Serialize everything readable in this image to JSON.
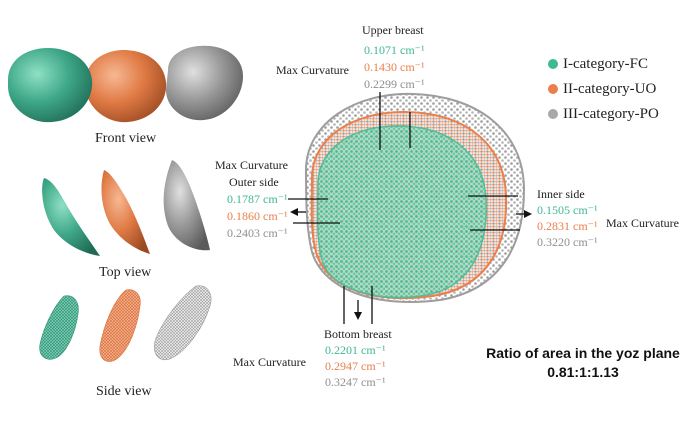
{
  "views": {
    "front_label": "Front view",
    "top_label": "Top view",
    "side_label": "Side view"
  },
  "legend": {
    "items": [
      {
        "label": "I-category-FC",
        "color": "#3fb894"
      },
      {
        "label": "II-category-UO",
        "color": "#ea7f4c"
      },
      {
        "label": "III-category-PO",
        "color": "#a8a8a8"
      }
    ]
  },
  "upper": {
    "title": "Upper breast",
    "caption": "Max Curvature",
    "values": [
      "0.1071 cm⁻¹",
      "0.1430 cm⁻¹",
      "0.2299 cm⁻¹"
    ]
  },
  "outer": {
    "caption": "Max Curvature",
    "title": "Outer side",
    "values": [
      "0.1787 cm⁻¹",
      "0.1860 cm⁻¹",
      "0.2403 cm⁻¹"
    ]
  },
  "inner": {
    "title": "Inner side",
    "caption": "Max Curvature",
    "values": [
      "0.1505 cm⁻¹",
      "0.2831 cm⁻¹",
      "0.3220 cm⁻¹"
    ]
  },
  "bottom": {
    "title": "Bottom breast",
    "caption": "Max Curvature",
    "values": [
      "0.2201 cm⁻¹",
      "0.2947 cm⁻¹",
      "0.3247 cm⁻¹"
    ]
  },
  "ratio": {
    "title": "Ratio of area in the yoz plane",
    "value": "0.81:1:1.13"
  }
}
